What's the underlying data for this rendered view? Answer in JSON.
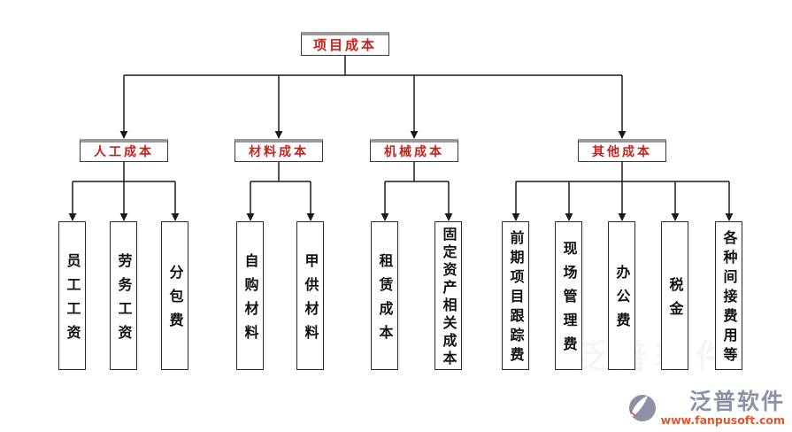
{
  "tree": {
    "root": {
      "label": "项目成本"
    },
    "branches": [
      {
        "label": "人工成本",
        "children": [
          {
            "label": "员工工资"
          },
          {
            "label": "劳务工资"
          },
          {
            "label": "分包费"
          }
        ]
      },
      {
        "label": "材料成本",
        "children": [
          {
            "label": "自购材料"
          },
          {
            "label": "甲供材料"
          }
        ]
      },
      {
        "label": "机械成本",
        "children": [
          {
            "label": "租赁成本"
          },
          {
            "label": "固定资产相关成本"
          }
        ]
      },
      {
        "label": "其他成本",
        "children": [
          {
            "label": "前期项目跟踪费"
          },
          {
            "label": "现场管理费"
          },
          {
            "label": "办公费"
          },
          {
            "label": "税金"
          },
          {
            "label": "各种间接费用等"
          }
        ]
      }
    ]
  },
  "colors": {
    "node_text_red": "#c5231b",
    "leaf_text": "#111111",
    "line": "#1a1a1a",
    "box_top_shadow": "#9a9a9a",
    "brand_slate": "#8a93a5",
    "brand_orange": "#e0562e"
  },
  "watermark": {
    "brand": "泛普软件",
    "url": "www.fanpusoft.com",
    "logo_icon": "fanpu-swirl-logo"
  }
}
